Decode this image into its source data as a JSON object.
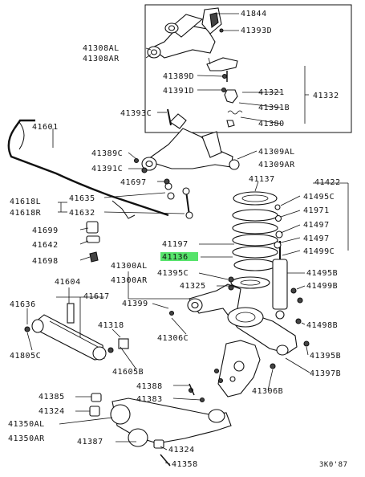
{
  "diagram": {
    "code": "3K0'87",
    "labels": {
      "l41844": "41844",
      "l41393D": "41393D",
      "l41308AL": "41308AL",
      "l41308AR": "41308AR",
      "l41389D": "41389D",
      "l41391D": "41391D",
      "l41321": "41321",
      "l41332": "41332",
      "l41391B": "41391B",
      "l41380": "41380",
      "l41601": "41601",
      "l41393C": "41393C",
      "l41389C": "41389C",
      "l41391C": "41391C",
      "l41309AL": "41309AL",
      "l41309AR": "41309AR",
      "l41697": "41697",
      "l41137": "41137",
      "l41422": "41422",
      "l41618L": "41618L",
      "l41618R": "41618R",
      "l41635": "41635",
      "l41632": "41632",
      "l41495C": "41495C",
      "l41971": "41971",
      "l41699": "41699",
      "l41497a": "41497",
      "l41497b": "41497",
      "l41642": "41642",
      "l41698": "41698",
      "l41197": "41197",
      "l41136": "41136",
      "l41499C": "41499C",
      "l41300AL": "41300AL",
      "l41300AR": "41300AR",
      "l41395C": "41395C",
      "l41325": "41325",
      "l41495B": "41495B",
      "l41499B": "41499B",
      "l41604": "41604",
      "l41617": "41617",
      "l41636": "41636",
      "l41399": "41399",
      "l41318": "41318",
      "l41498B": "41498B",
      "l41805C": "41805C",
      "l41306C": "41306C",
      "l41395B": "41395B",
      "l41605B": "41605B",
      "l41397B": "41397B",
      "l41388": "41388",
      "l41306B": "41306B",
      "l41383": "41383",
      "l41385": "41385",
      "l41324a": "41324",
      "l41350AL": "41350AL",
      "l41350AR": "41350AR",
      "l41387": "41387",
      "l41324b": "41324",
      "l41358": "41358"
    }
  }
}
